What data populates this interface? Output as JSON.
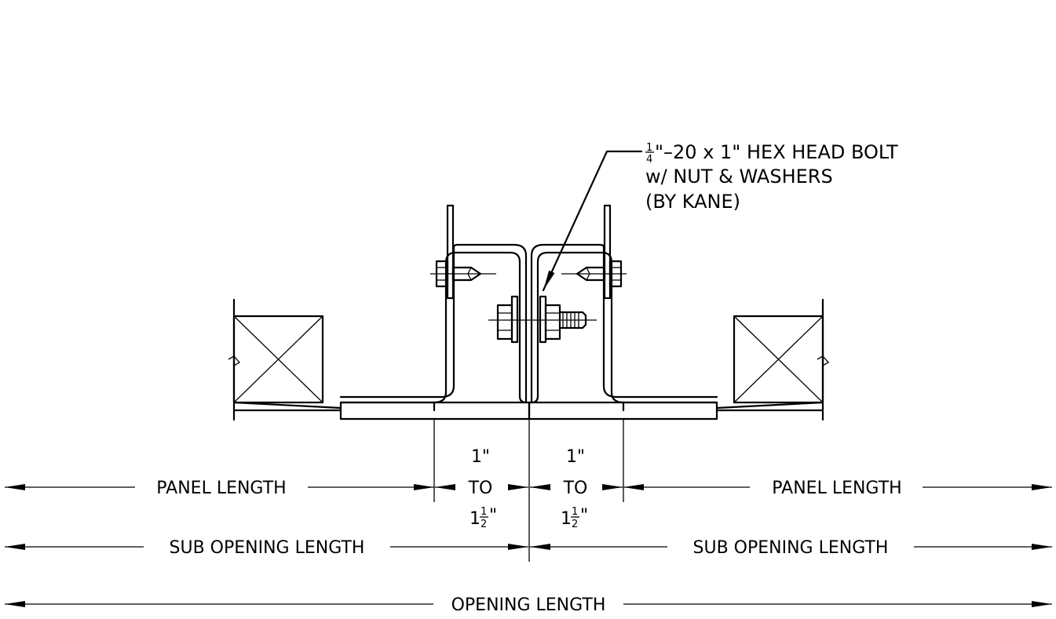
{
  "callout": {
    "line1_fraction": {
      "num": "1",
      "den": "4"
    },
    "line1_rest": "\"–20 x 1\" HEX HEAD BOLT",
    "line2": "w/ NUT & WASHERS",
    "line3": "(BY KANE)"
  },
  "dimensions": {
    "panel_length": "PANEL LENGTH",
    "gap_top": "1\"",
    "gap_to": "TO",
    "gap_whole": "1",
    "gap_fraction": {
      "num": "1",
      "den": "2"
    },
    "gap_inch": "\"",
    "sub_opening_length": "SUB OPENING LENGTH",
    "opening_length": "OPENING LENGTH"
  }
}
